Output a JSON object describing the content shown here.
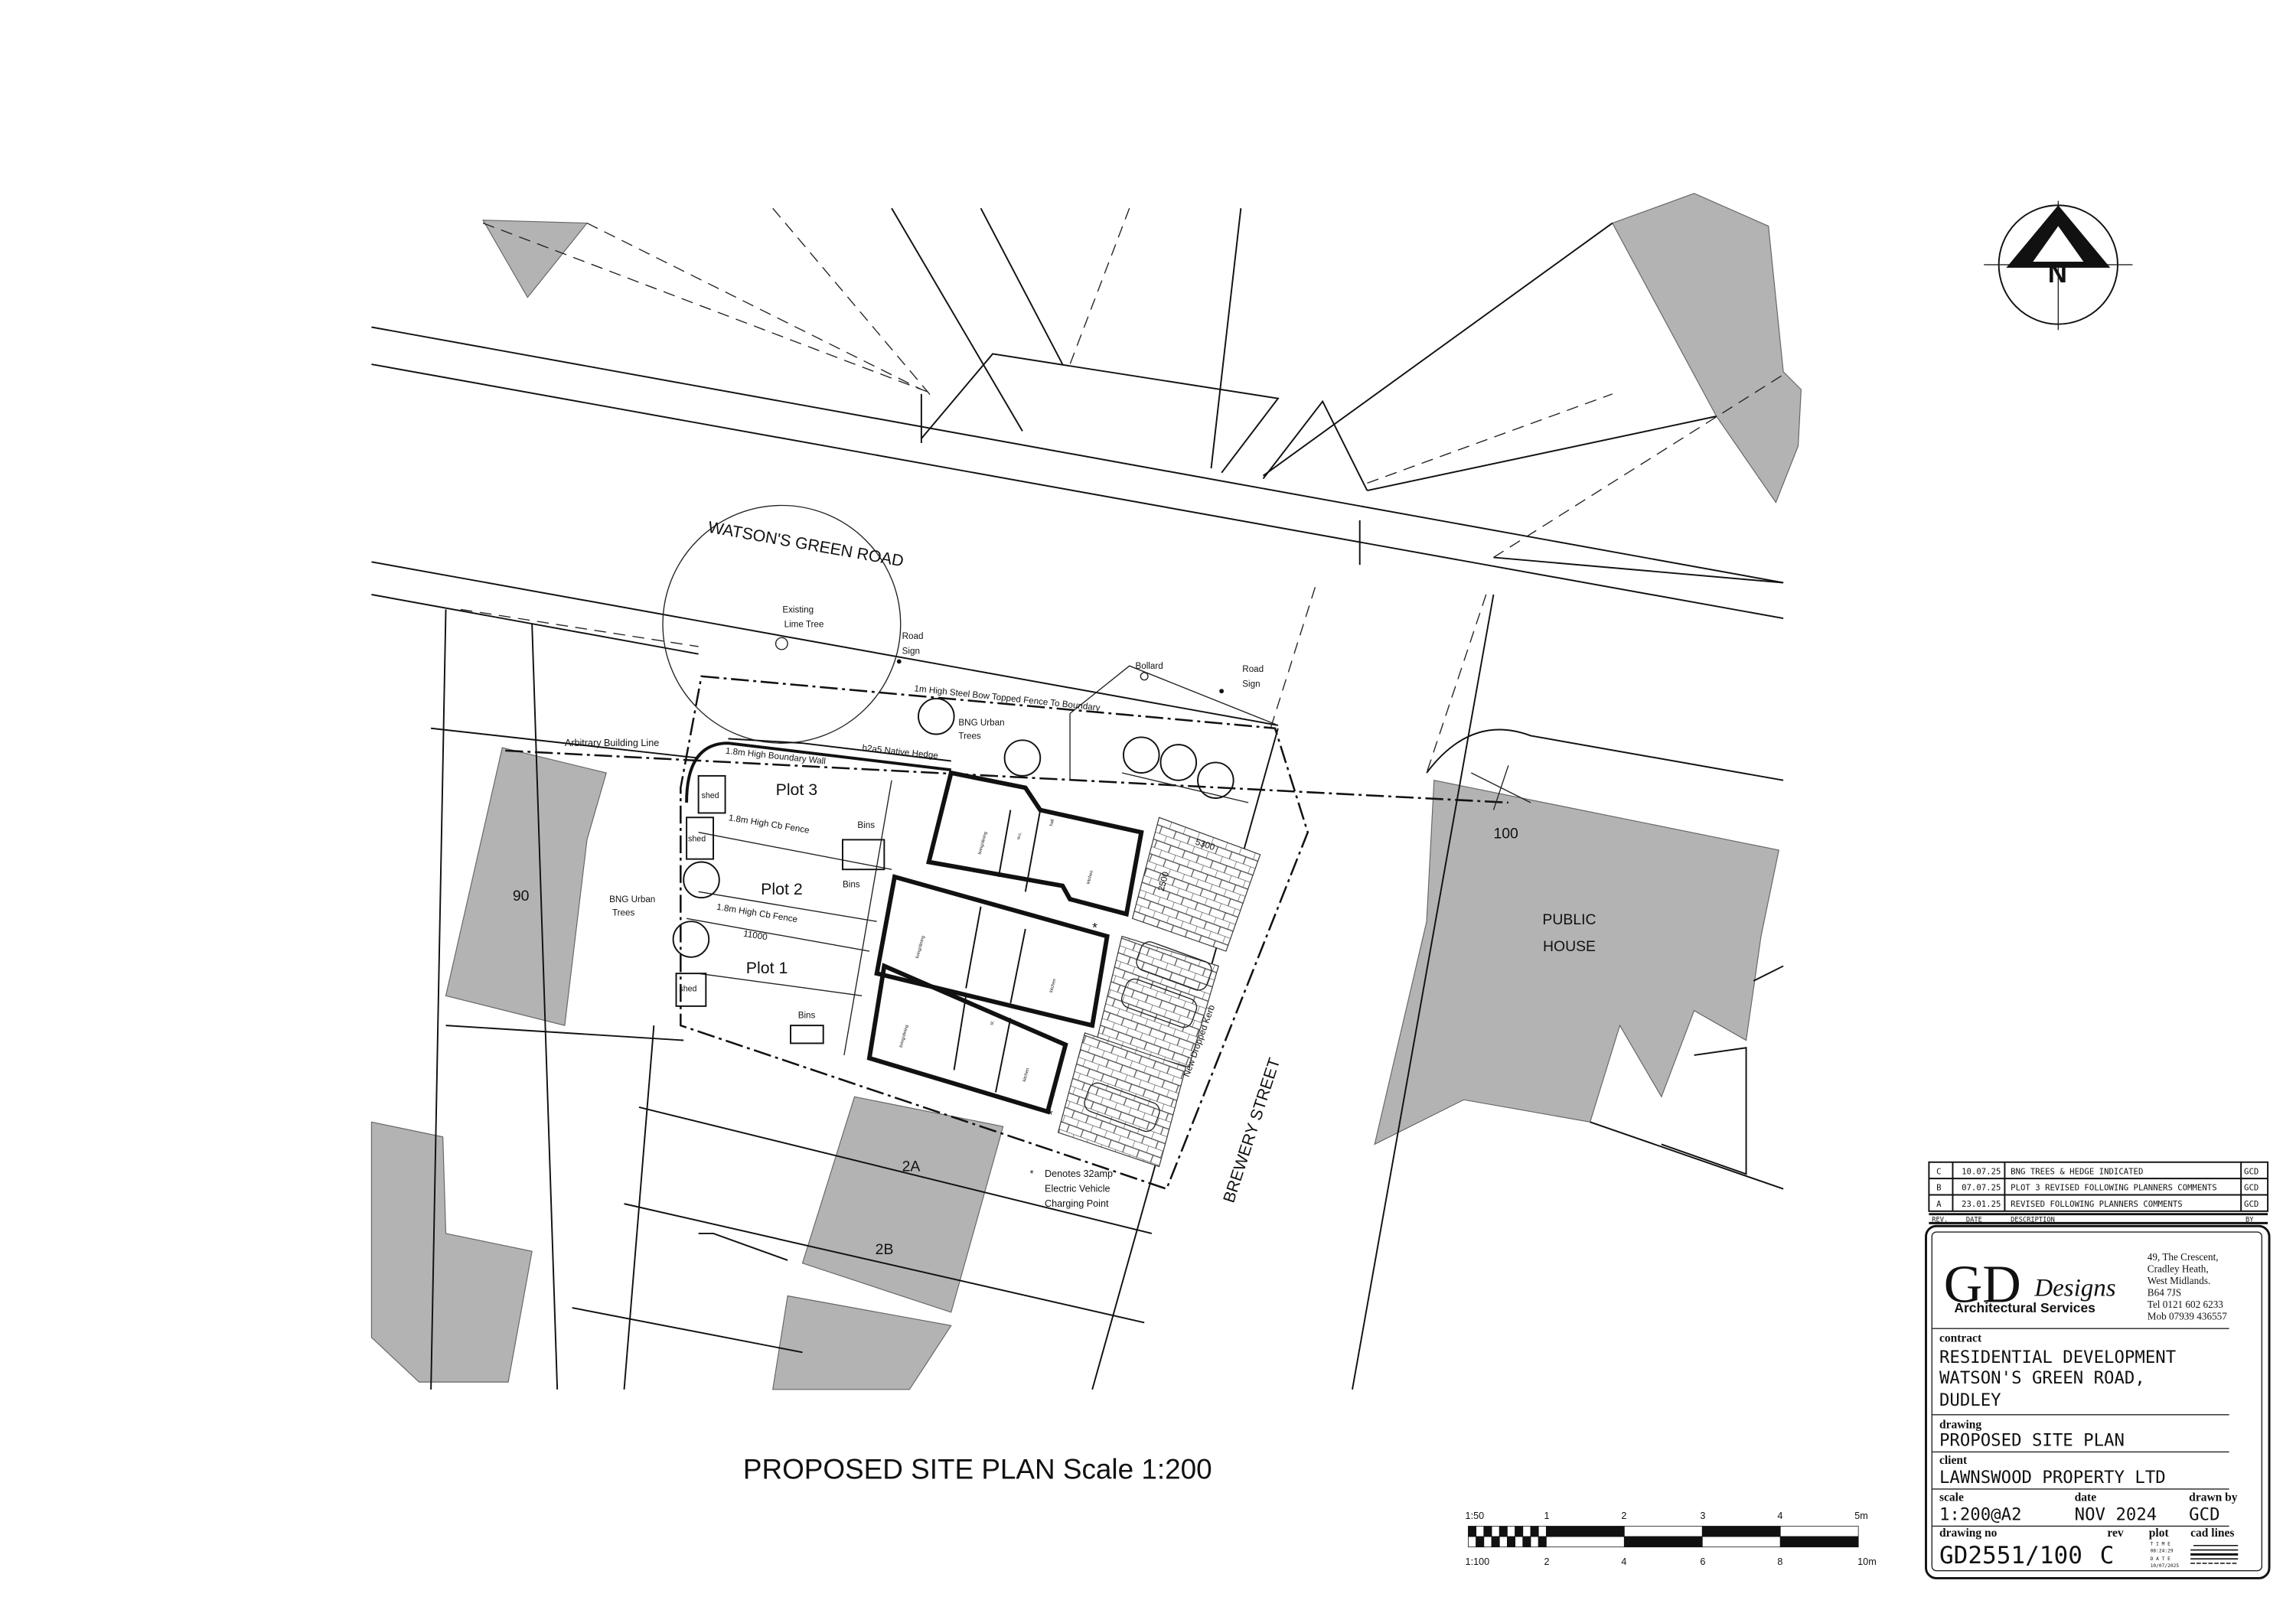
{
  "drawing_title": "PROPOSED SITE PLAN Scale 1:200",
  "labels": {
    "road": "WATSON'S GREEN ROAD",
    "street": "BREWERY STREET",
    "existing_tree": [
      "Existing",
      "Lime Tree"
    ],
    "road_sign_1": [
      "Road",
      "Sign"
    ],
    "road_sign_2": [
      "Road",
      "Sign"
    ],
    "bollard": "Bollard",
    "fence_front": "1m High Steel Bow Topped Fence To Boundary",
    "bng_trees_top": [
      "BNG Urban",
      "Trees"
    ],
    "bng_trees_left": [
      "BNG Urban",
      "Trees"
    ],
    "hedge": "h2a5 Native Hedge",
    "boundary_wall": "1.8m High Boundary Wall",
    "building_line": "Arbitrary Building Line",
    "plot3": "Plot 3",
    "plot2": "Plot 2",
    "plot1": "Plot 1",
    "shed": "shed",
    "fence1": "1.8m High Cb Fence",
    "fence2": "1.8m High Cb Fence",
    "dim_11000": "11000",
    "dim_5300": "5300",
    "dim_2500": "2500",
    "bins": "Bins",
    "dropped_kerb": "New Dropped Kerb",
    "ev_note": [
      "Denotes 32amp",
      "Electric Vehicle",
      "Charging Point"
    ],
    "ev_star": "*",
    "house_90": "90",
    "house_100": "100",
    "public_house": [
      "PUBLIC",
      "HOUSE"
    ],
    "house_2a": "2A",
    "house_2b": "2B",
    "room_living": "living/dining",
    "room_kitchen": "kitchen",
    "room_hall": "hall",
    "room_wc": "w.c.",
    "room_st": "st.",
    "north": "N"
  },
  "scale_bar": {
    "top_labels": [
      "1:50",
      "1",
      "2",
      "3",
      "4",
      "5m"
    ],
    "bottom_labels": [
      "1:100",
      "2",
      "4",
      "6",
      "8",
      "10m"
    ]
  },
  "revisions": {
    "rows": [
      {
        "rev": "C",
        "date": "10.07.25",
        "description": "BNG TREES & HEDGE INDICATED",
        "by": "GCD"
      },
      {
        "rev": "B",
        "date": "07.07.25",
        "description": "PLOT 3 REVISED FOLLOWING PLANNERS COMMENTS",
        "by": "GCD"
      },
      {
        "rev": "A",
        "date": "23.01.25",
        "description": "REVISED FOLLOWING PLANNERS COMMENTS",
        "by": "GCD"
      }
    ],
    "headers": {
      "rev": "REV.",
      "date": "DATE",
      "description": "DESCRIPTION",
      "by": "BY"
    }
  },
  "title_block": {
    "logo_gd": "GD",
    "logo_designs": "Designs",
    "logo_sub": "Architectural Services",
    "address": [
      "49, The Crescent,",
      "Cradley Heath,",
      "West Midlands.",
      "B64 7JS",
      "Tel 0121 602 6233",
      "Mob 07939 436557"
    ],
    "contract_label": "contract",
    "contract": [
      "RESIDENTIAL DEVELOPMENT",
      "WATSON'S GREEN ROAD,",
      "DUDLEY"
    ],
    "drawing_label": "drawing",
    "drawing": "PROPOSED SITE PLAN",
    "client_label": "client",
    "client": "LAWNSWOOD PROPERTY LTD",
    "scale_label": "scale",
    "scale": "1:200@A2",
    "date_label": "date",
    "date": "NOV 2024",
    "drawn_by_label": "drawn by",
    "drawn_by": "GCD",
    "drawing_no_label": "drawing no",
    "drawing_no": "GD2551/100",
    "rev_label": "rev",
    "rev": "C",
    "plot_label": "plot",
    "plot_time_label": "T I M E",
    "plot_time": "08:24:29",
    "plot_date_label": "D A T E",
    "plot_date": "10/07/2025",
    "cad_lines_label": "cad lines"
  },
  "colors": {
    "ink": "#111111",
    "neighbour_fill": "#b3b3b3",
    "paper": "#ffffff"
  }
}
